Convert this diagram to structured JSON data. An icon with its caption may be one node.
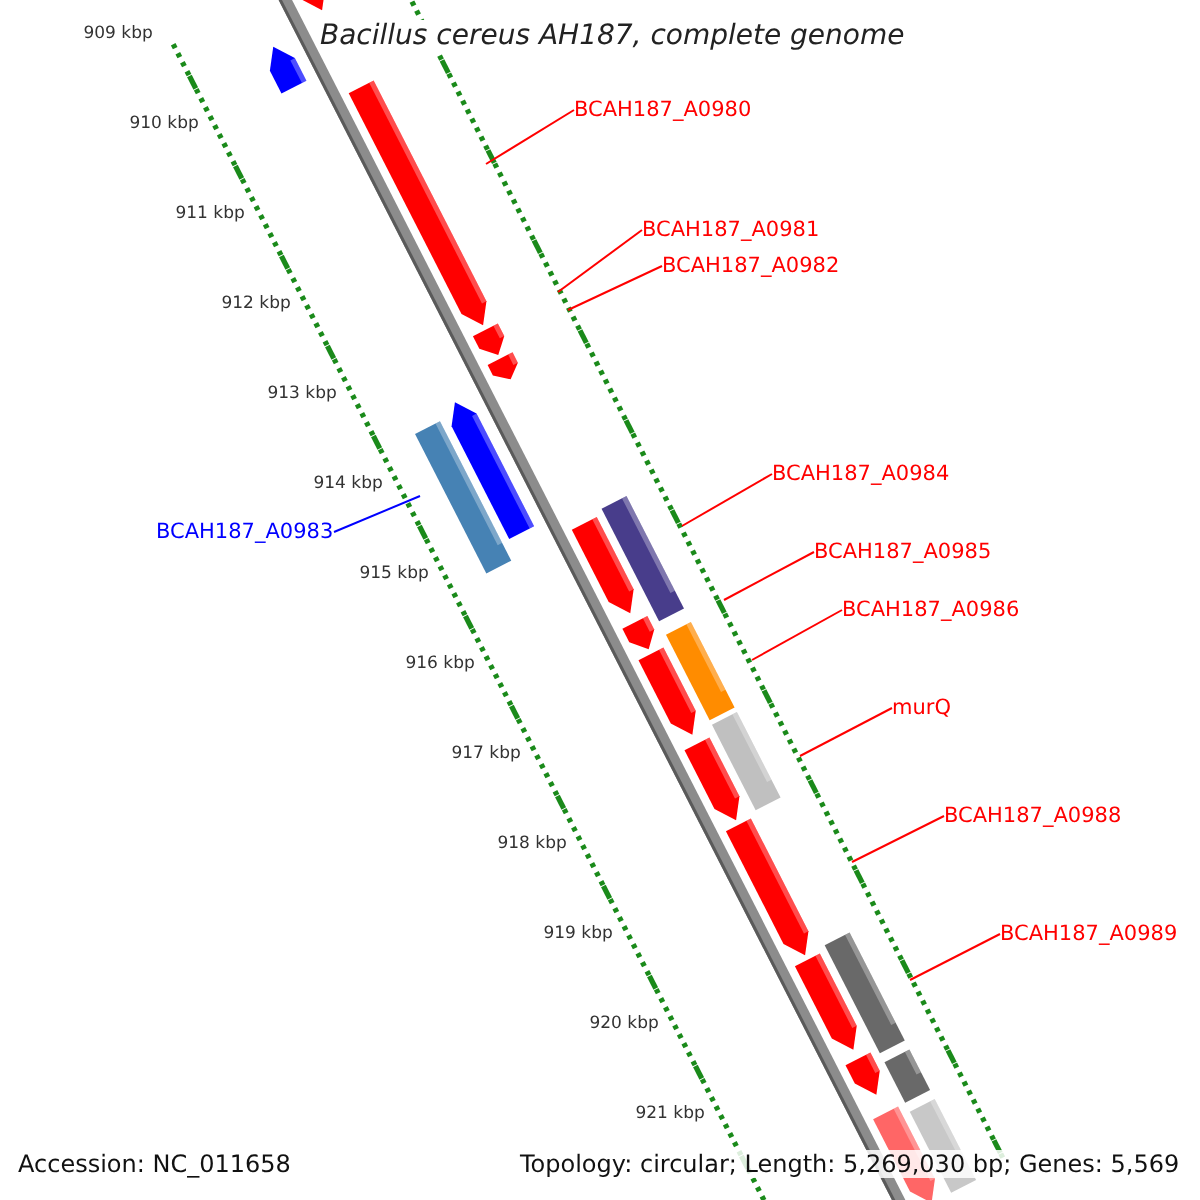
{
  "diagram": {
    "title": "Bacillus cereus AH187, complete genome",
    "nodes": [
      {
        "text": [
          "BCAH187_A0980"
        ]
      },
      {
        "text": [
          "BCAH187_A0981"
        ]
      },
      {
        "text": [
          "BCAH187_A0982"
        ]
      },
      {
        "text": [
          "BCAH187_A0983"
        ]
      },
      {
        "text": [
          "BCAH187_A0984"
        ]
      },
      {
        "text": [
          "BCAH187_A0985"
        ]
      },
      {
        "text": [
          "BCAH187_A0986"
        ]
      },
      {
        "text": [
          "murQ"
        ]
      },
      {
        "text": [
          "BCAH187_A0988"
        ]
      },
      {
        "text": [
          "BCAH187_A0989"
        ]
      }
    ],
    "edges": [
      {
        "from": 0,
        "to": null,
        "arrow": "none"
      },
      {
        "from": 1,
        "to": null,
        "arrow": "none"
      },
      {
        "from": 2,
        "to": null,
        "arrow": "none"
      },
      {
        "from": 3,
        "to": null,
        "arrow": "none",
        "color": "#0000ff"
      },
      {
        "from": 4,
        "to": null,
        "arrow": "none"
      },
      {
        "from": 5,
        "to": null,
        "arrow": "none"
      },
      {
        "from": 6,
        "to": null,
        "arrow": "none"
      },
      {
        "from": 7,
        "to": null,
        "arrow": "none"
      },
      {
        "from": 8,
        "to": null,
        "arrow": "none"
      },
      {
        "from": 9,
        "to": null,
        "arrow": "none"
      }
    ],
    "labels": [
      "909 kbp",
      "910 kbp",
      "911 kbp",
      "912 kbp",
      "913 kbp",
      "914 kbp",
      "915 kbp",
      "916 kbp",
      "917 kbp",
      "918 kbp",
      "919 kbp",
      "920 kbp",
      "921 kbp",
      "Accession: NC_011658",
      "Topology: circular; Length: 5,269,030 bp; Genes: 5,569"
    ]
  }
}
